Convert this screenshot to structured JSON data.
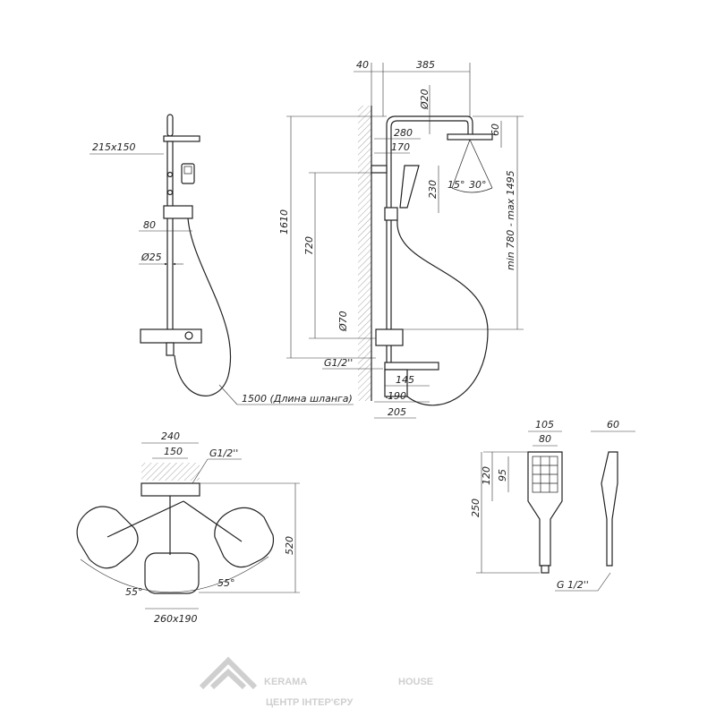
{
  "title": "Shower system dimensional drawing",
  "watermark": {
    "brand_line1": "KERAMA",
    "brand_line2": "HOUSE",
    "tagline": "ЦЕНТР ІНТЕР'ЄРУ"
  },
  "front_view": {
    "head_size": "215x150",
    "holder_distance": "80",
    "bar_diameter": "Ø25",
    "hose_length": "1500 (Длина шланга)"
  },
  "side_view": {
    "wall_offset": "40",
    "arm_reach": "385",
    "arm_diameter": "Ø20",
    "handset_reach": "280",
    "holder_reach": "170",
    "handset_height": "230",
    "head_drop": "60",
    "angle_left": "15°",
    "angle_right": "30°",
    "height_range": "min 780 - max 1495",
    "total_height": "1610",
    "holder_height": "720",
    "flange_diameter": "Ø70",
    "thread": "G1/2''",
    "spout_145": "145",
    "spout_190": "190",
    "spout_205": "205"
  },
  "top_view": {
    "width": "240",
    "centers": "150",
    "thread": "G1/2''",
    "depth": "520",
    "angle_left": "55°",
    "angle_right": "55°",
    "head_size": "260x190"
  },
  "handset_view": {
    "head_width": "105",
    "face_width": "80",
    "face_height_outer": "120",
    "face_height_inner": "95",
    "total_length": "250",
    "depth": "60",
    "thread": "G 1/2''"
  }
}
